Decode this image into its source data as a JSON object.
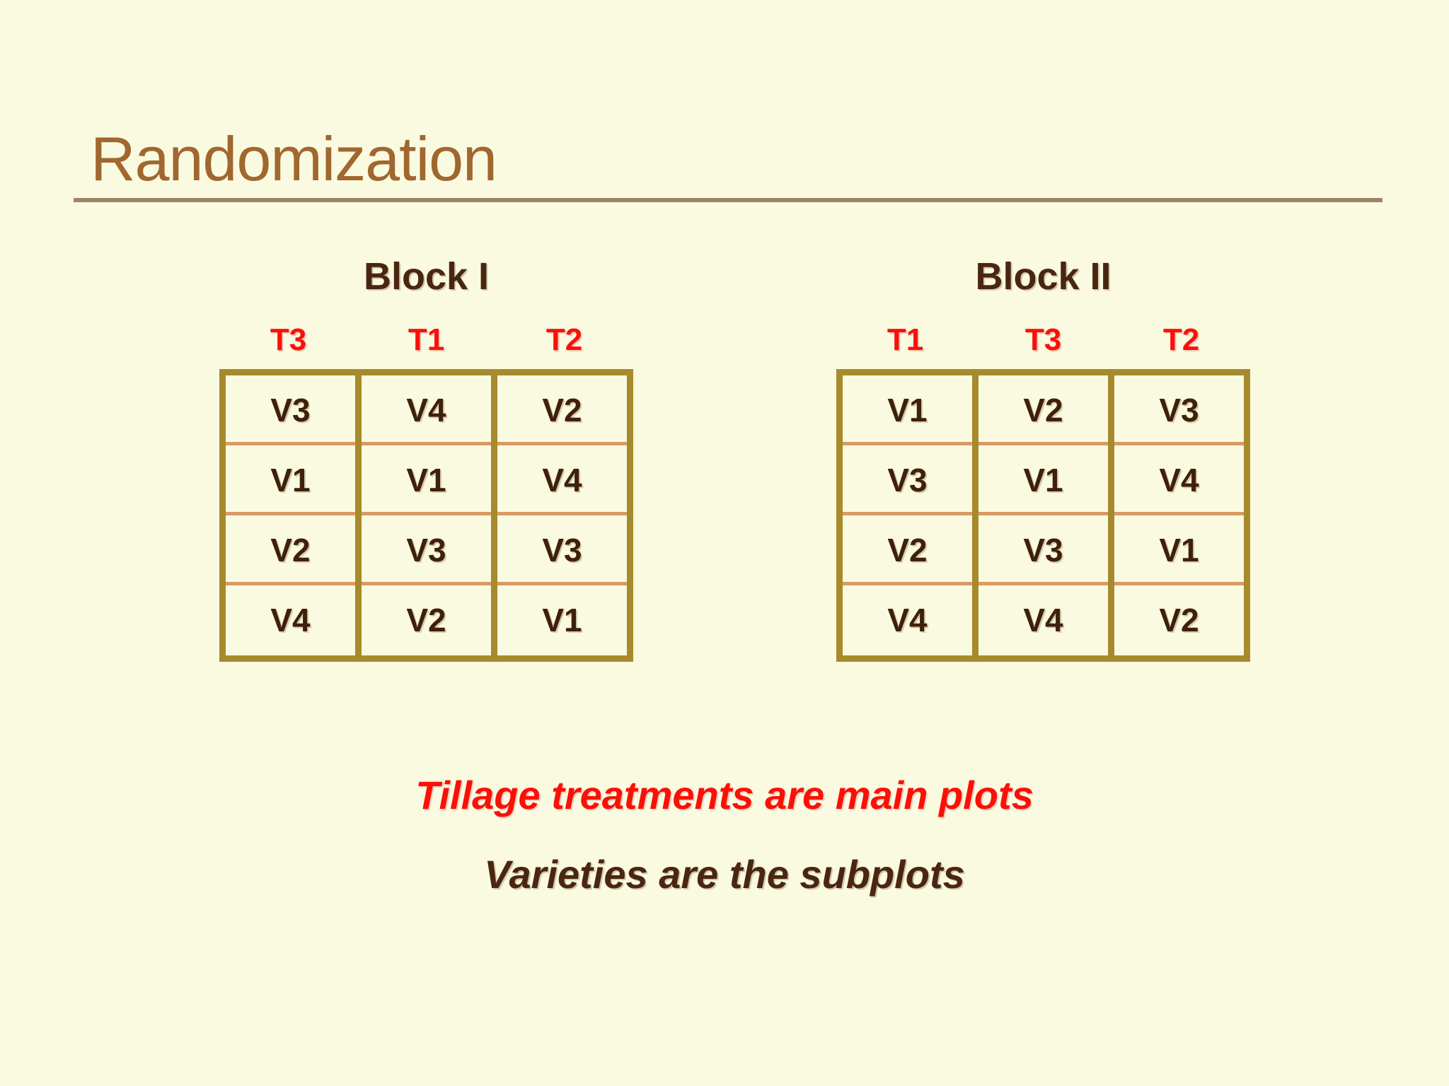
{
  "slide": {
    "title": "Randomization",
    "background_color": "#FAFAE1",
    "title_color": "#A0672F",
    "rule_color": "#9B8468",
    "accent_red": "#FB1008",
    "accent_brown": "#4A2611",
    "grid_border_color": "#A78A2B",
    "row_divider_color": "#D99A63"
  },
  "blocks": [
    {
      "name": "Block I",
      "treatments": [
        "T3",
        "T1",
        "T2"
      ],
      "columns": [
        [
          "V3",
          "V1",
          "V2",
          "V4"
        ],
        [
          "V4",
          "V1",
          "V3",
          "V2"
        ],
        [
          "V2",
          "V4",
          "V3",
          "V1"
        ]
      ]
    },
    {
      "name": "Block II",
      "treatments": [
        "T1",
        "T3",
        "T2"
      ],
      "columns": [
        [
          "V1",
          "V3",
          "V2",
          "V4"
        ],
        [
          "V2",
          "V1",
          "V3",
          "V4"
        ],
        [
          "V3",
          "V4",
          "V1",
          "V2"
        ]
      ]
    }
  ],
  "captions": {
    "line1": "Tillage treatments are main plots",
    "line2": "Varieties are the subplots"
  }
}
